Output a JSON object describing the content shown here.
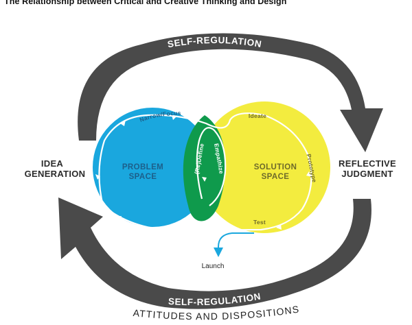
{
  "title": "The Relationship between Critical and Creative Thinking and Design",
  "labels": {
    "idea_generation": [
      "IDEA",
      "GENERATION"
    ],
    "reflective_judgment": [
      "REFLECTIVE",
      "JUDGMENT"
    ],
    "self_regulation_top": "SELF-REGULATION",
    "self_regulation_bottom": "SELF-REGULATION",
    "attitudes": "ATTITUDES AND DISPOSITIONS"
  },
  "problem_space": {
    "label": [
      "PROBLEM",
      "SPACE"
    ],
    "step": "Narrow/Focus",
    "color": "#1aa7de"
  },
  "solution_space": {
    "label": [
      "SOLUTION",
      "SPACE"
    ],
    "steps": {
      "ideate": "Ideate",
      "prototype": "Prototype",
      "test": "Test"
    },
    "color": "#f3ec3f"
  },
  "overlap": {
    "steps": {
      "redefine": "(Re)Define",
      "empathize": "Empathize"
    },
    "color": "#0f9a4c"
  },
  "launch": {
    "label": "Launch",
    "color": "#1aa7de"
  },
  "colors": {
    "arrow_band": "#4a4a4a",
    "problem_text": "#1d5f8a",
    "solution_text": "#6e6a2a",
    "flow": "#ffffff"
  }
}
